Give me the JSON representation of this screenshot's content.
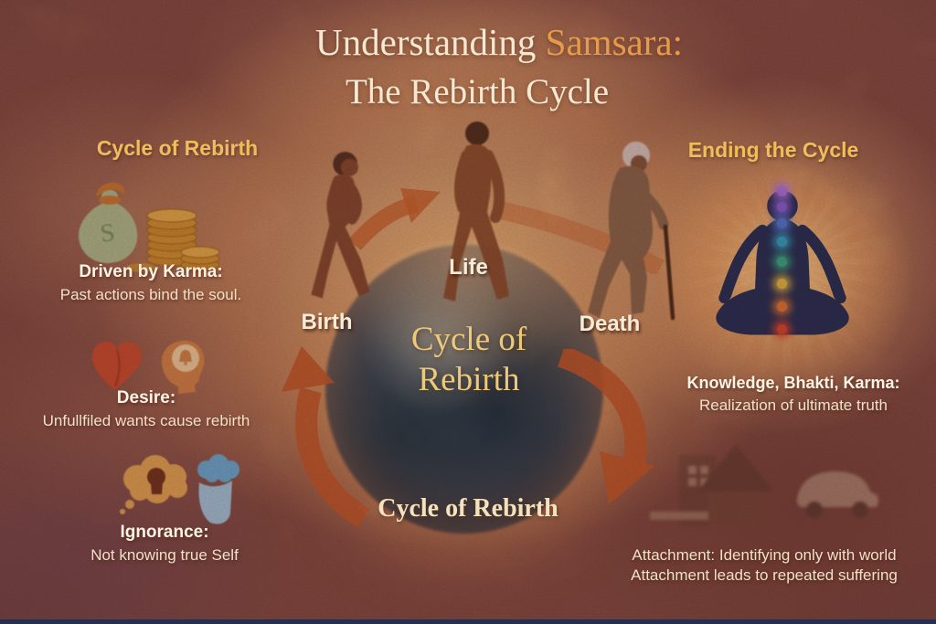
{
  "title": {
    "line1_prefix": "Understanding ",
    "line1_accent": "Samsara:",
    "line2": "The Rebirth Cycle"
  },
  "left_column": {
    "heading": "Cycle of Rebirth",
    "karma": {
      "icon": "money-bag-coins-icon",
      "label": "Driven by Karma:",
      "text": "Past actions bind the soul."
    },
    "desire": {
      "icon": "heart-head-icon",
      "label": "Desire:",
      "text": "Unfullfiled wants cause rebirth"
    },
    "ignorance": {
      "icon": "thought-heads-icon",
      "label": "Ignorance:",
      "text": "Not knowing true Self"
    }
  },
  "right_column": {
    "heading": "Ending the Cycle",
    "liberation": {
      "icon": "meditating-figure-icon",
      "label": "Knowledge, Bhakti, Karma:",
      "text": "Realization of ultimate truth"
    },
    "attachment": {
      "icon": "house-car-icon",
      "line1": "Attachment: Identifying only with world",
      "line2": "Attachment leads to repeated suffering"
    }
  },
  "cycle": {
    "stages": [
      "Birth",
      "Life",
      "Death"
    ],
    "center_label_line1": "Cycle of",
    "center_label_line2": "Rebirth",
    "bottom_label": "Cycle of Rebirth"
  },
  "meditator": {
    "chakra_colors": [
      "#b07ae0",
      "#8d66d8",
      "#5a7fd8",
      "#3fa8c9",
      "#43b08a",
      "#e6c24a",
      "#df7f38",
      "#d84c32"
    ]
  },
  "colors": {
    "background_base": "#8b5247",
    "center_glow": "#f7cd8c",
    "heading_gold": "#f0bd5e",
    "title_cream": "#f6e8d2",
    "samsara_accent": "#e79b4a",
    "arrow_orange": "#c8602d",
    "globe_dark": "#3f4a55",
    "bottom_bar": "#272e4e"
  }
}
